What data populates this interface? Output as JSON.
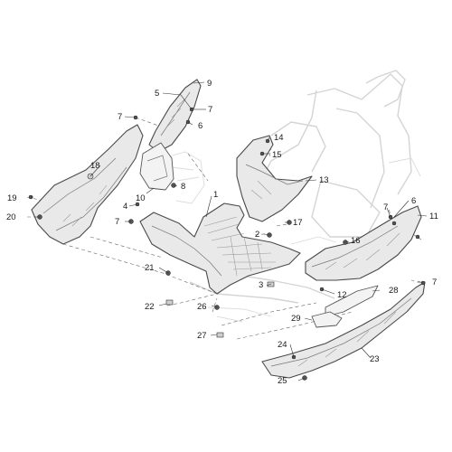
{
  "callouts": {
    "c1": "1",
    "c2": "2",
    "c3": "3",
    "c4": "4",
    "c5": "5",
    "c6a": "6",
    "c6b": "6",
    "c7a": "7",
    "c7b": "7",
    "c7c": "7",
    "c7d": "7",
    "c7e": "7",
    "c8": "8",
    "c9": "9",
    "c10": "10",
    "c11": "11",
    "c12": "12",
    "c13": "13",
    "c14": "14",
    "c15": "15",
    "c16": "16",
    "c17": "17",
    "c18": "18",
    "c19": "19",
    "c20": "20",
    "c21": "21",
    "c22": "22",
    "c23": "23",
    "c24": "24",
    "c25": "25",
    "c26": "26",
    "c27": "27",
    "c28": "28",
    "c29": "29"
  }
}
